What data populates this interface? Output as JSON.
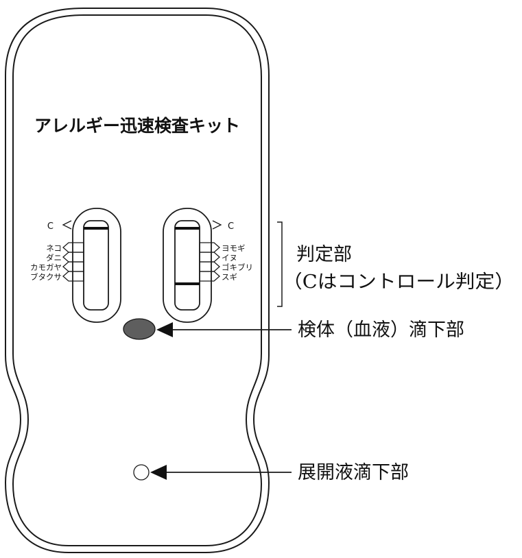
{
  "title": "アレルギー迅速検査キット",
  "left_window": {
    "control_label": "C",
    "allergens": [
      "ネコ",
      "ダニ",
      "カモガヤ",
      "ブタクサ"
    ]
  },
  "right_window": {
    "control_label": "C",
    "allergens": [
      "ヨモギ",
      "イヌ",
      "ゴキブリ",
      "スギ"
    ]
  },
  "callouts": {
    "judgment_area": "判定部",
    "judgment_note": "（Cはコントロール判定）",
    "sample_well": "検体（血液）滴下部",
    "buffer_well": "展開液滴下部"
  },
  "colors": {
    "outline": "#1a1a1a",
    "sample_well_fill": "#5e5e5e",
    "band": "#111111"
  }
}
